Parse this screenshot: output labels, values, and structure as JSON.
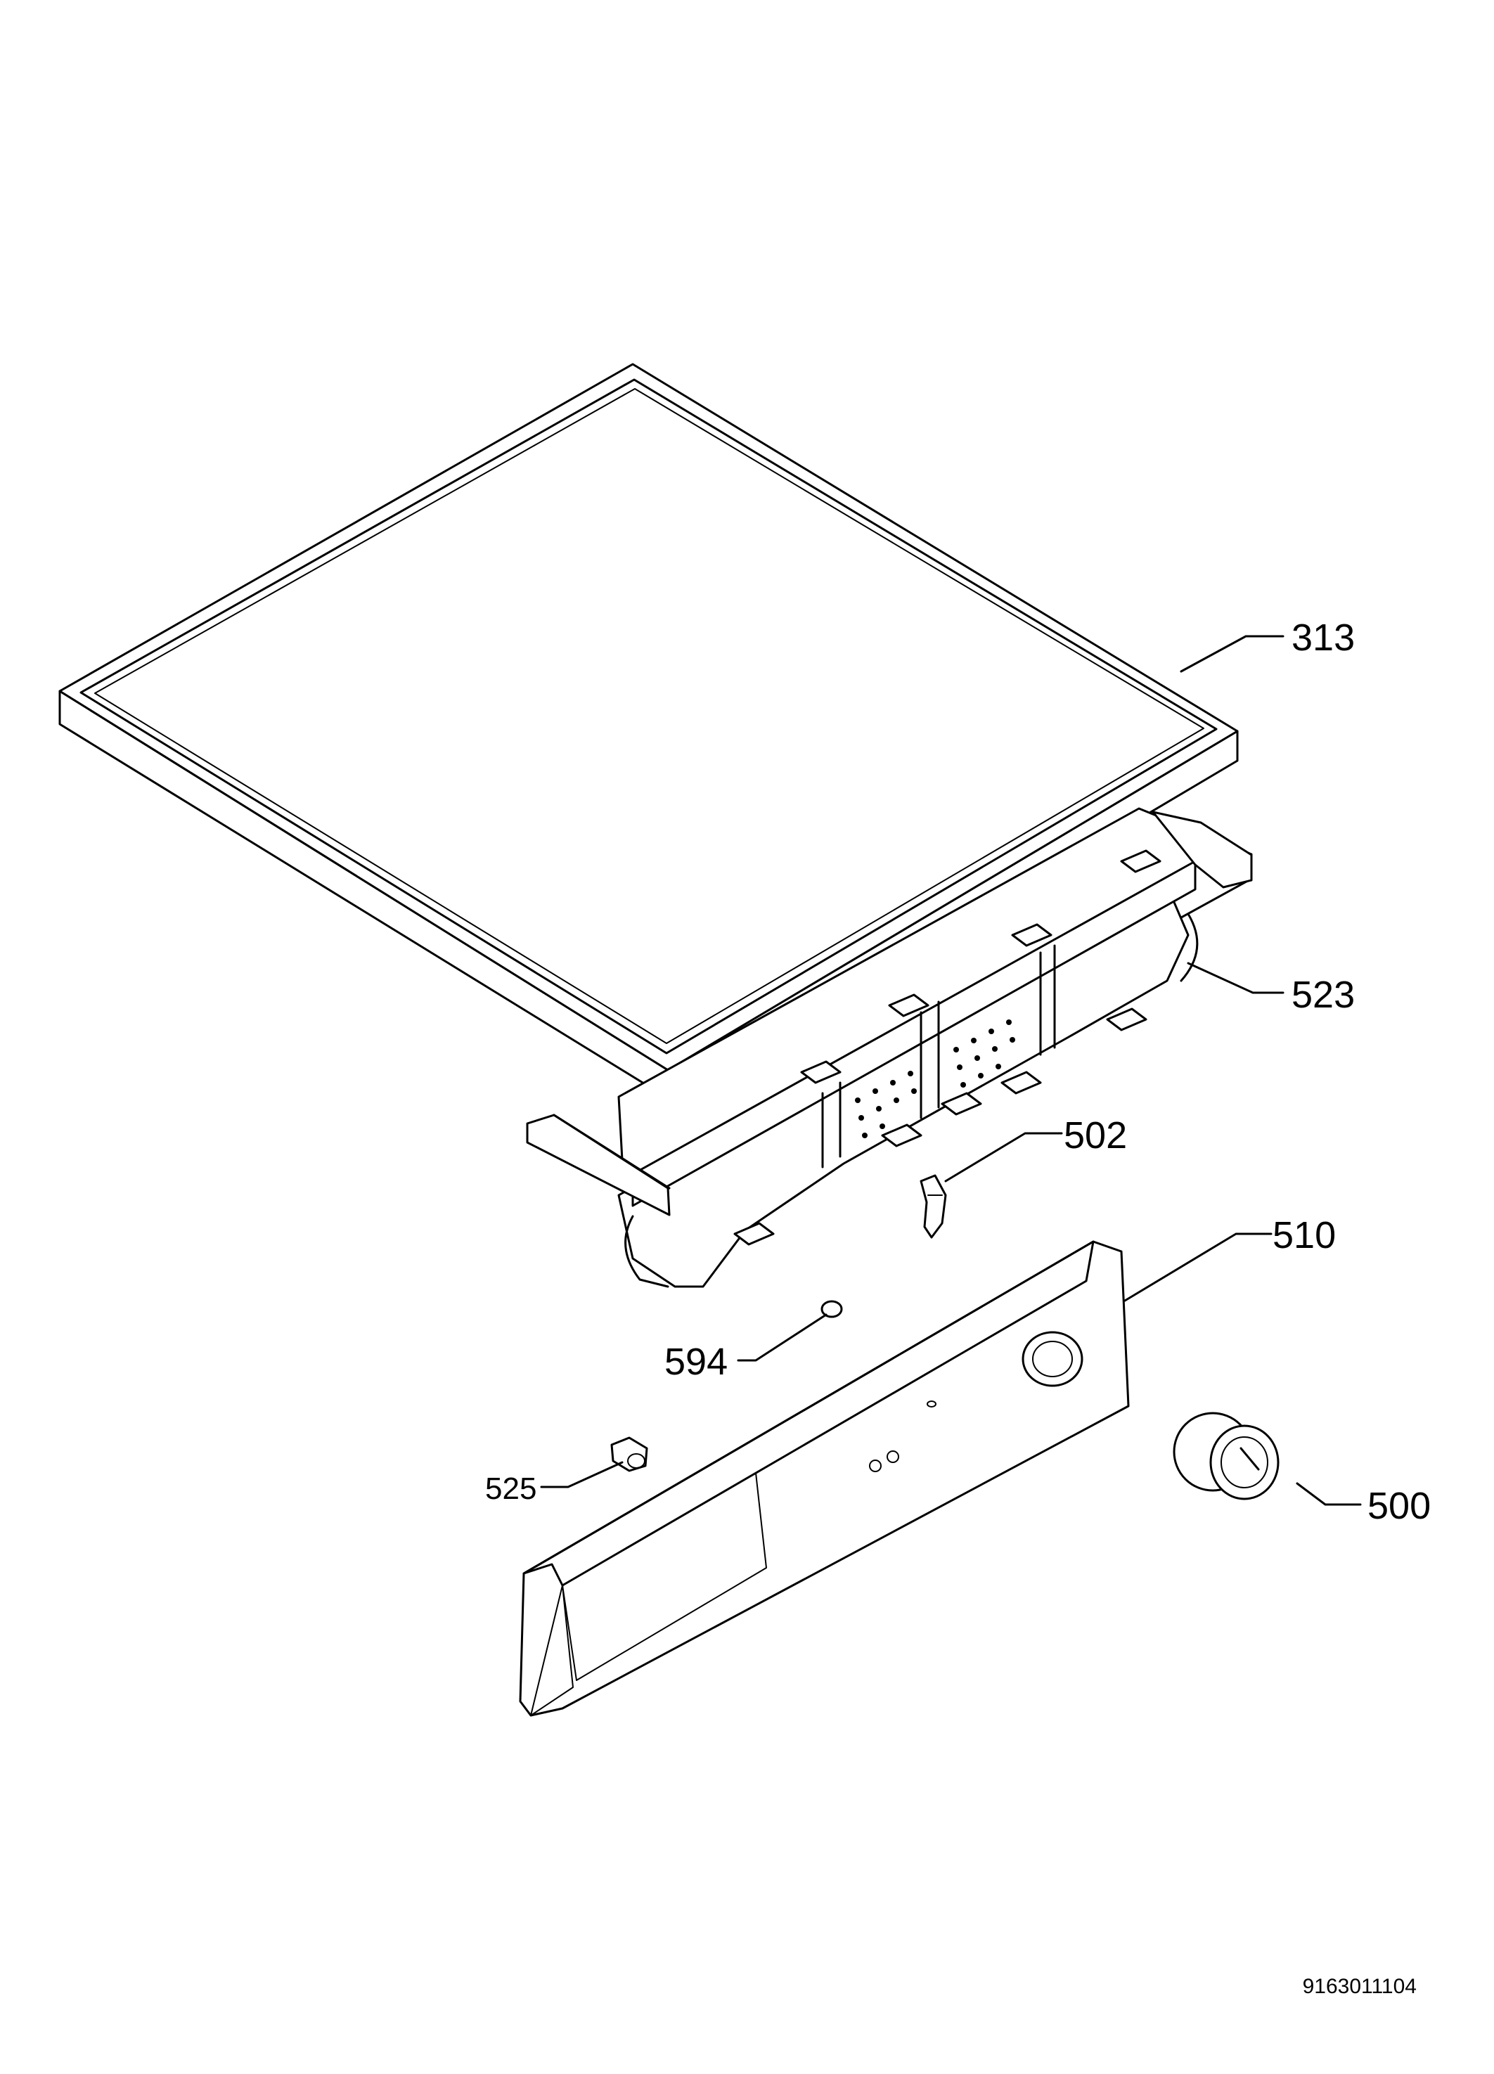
{
  "parts": [
    {
      "id": "top-cover",
      "label": "313"
    },
    {
      "id": "control-panel-frame",
      "label": "523"
    },
    {
      "id": "clip",
      "label": "502"
    },
    {
      "id": "front-panel",
      "label": "510"
    },
    {
      "id": "light-guide",
      "label": "594"
    },
    {
      "id": "push-button",
      "label": "525"
    },
    {
      "id": "knob",
      "label": "500"
    }
  ],
  "document_number": "9163011104"
}
